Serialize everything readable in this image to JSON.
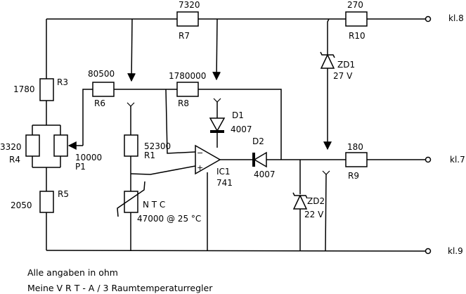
{
  "resistors": {
    "r7": {
      "name": "R7",
      "value": "7320"
    },
    "r10": {
      "name": "R10",
      "value": "270"
    },
    "r3": {
      "name": "R3",
      "value": "1780"
    },
    "r6": {
      "name": "R6",
      "value": "80500"
    },
    "r8": {
      "name": "R8",
      "value": "1780000"
    },
    "r4": {
      "name": "R4",
      "value": "3320"
    },
    "r5": {
      "name": "R5",
      "value": "2050"
    },
    "r1": {
      "name": "R1",
      "value": "52300"
    },
    "r9": {
      "name": "R9",
      "value": "180"
    }
  },
  "potentiometer": {
    "name": "P1",
    "value": "10000"
  },
  "ntc": {
    "name": "N T C",
    "value": "47000 @ 25 °C"
  },
  "diodes": {
    "d1": {
      "name": "D1",
      "value": "4007"
    },
    "d2": {
      "name": "D2",
      "value": "4007"
    }
  },
  "zeners": {
    "zd1": {
      "name": "ZD1",
      "value": "27 V"
    },
    "zd2": {
      "name": "ZD2",
      "value": "22 V"
    }
  },
  "opamp": {
    "name": "IC1",
    "value": "741",
    "minus": "−",
    "plus": "+"
  },
  "terminals": {
    "t8": "kl.8",
    "t7": "kl.7",
    "t9": "kl.9"
  },
  "notes": {
    "line1": "Alle angaben in ohm",
    "line2": "Meine V R T - A / 3 Raumtemperaturregler"
  }
}
